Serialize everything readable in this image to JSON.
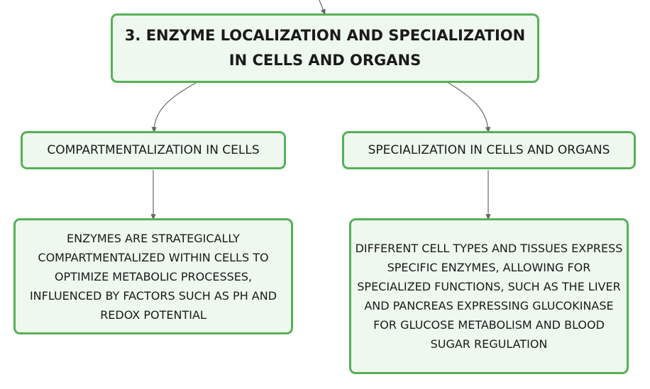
{
  "root": {
    "text": "3. ENZYME LOCALIZATION AND SPECIALIZATION IN CELLS AND ORGANS"
  },
  "branches": [
    {
      "title": "COMPARTMENTALIZATION IN CELLS",
      "detail": "ENZYMES ARE STRATEGICALLY COMPARTMENTALIZED WITHIN CELLS TO OPTIMIZE METABOLIC PROCESSES, INFLUENCED BY FACTORS SUCH AS PH AND REDOX POTENTIAL"
    },
    {
      "title": "SPECIALIZATION IN CELLS AND ORGANS",
      "detail": "DIFFERENT CELL TYPES AND TISSUES EXPRESS SPECIFIC ENZYMES, ALLOWING FOR SPECIALIZED FUNCTIONS, SUCH AS THE LIVER AND PANCREAS EXPRESSING GLUCOKINASE FOR GLUCOSE METABOLISM AND BLOOD SUGAR REGULATION"
    }
  ],
  "colors": {
    "node_fill": "#eef8ee",
    "node_border": "#56b056",
    "connector": "#666666"
  }
}
